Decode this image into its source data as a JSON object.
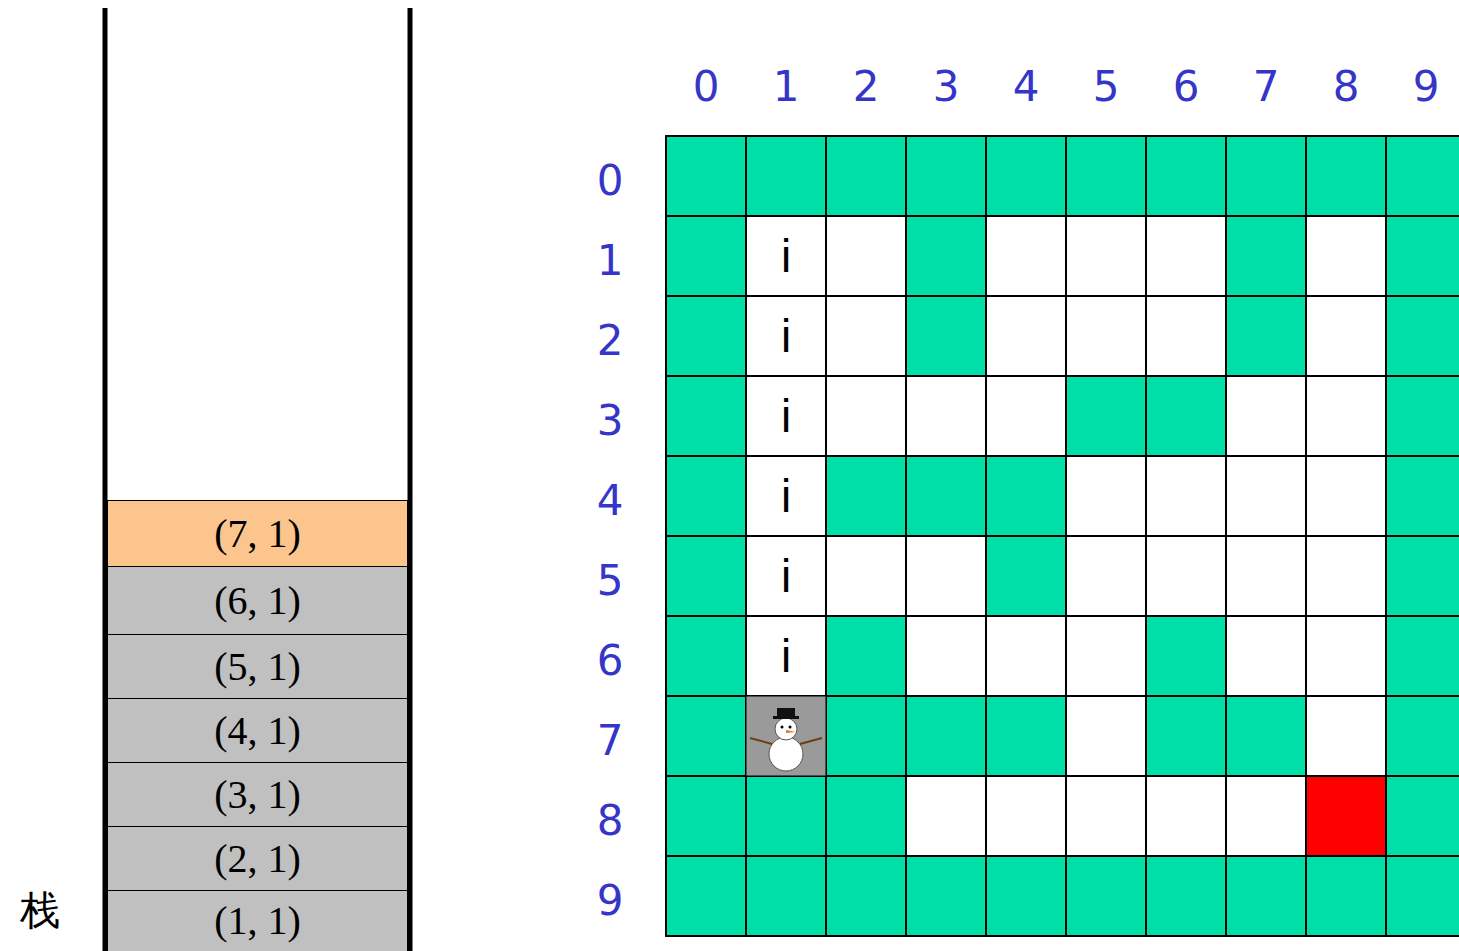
{
  "diagram": {
    "nodes": [
      {
        "text": [
          "(7, 1)"
        ]
      },
      {
        "text": [
          "(6, 1)"
        ]
      },
      {
        "text": [
          "(5, 1)"
        ]
      },
      {
        "text": [
          "(4, 1)"
        ]
      },
      {
        "text": [
          "(3, 1)"
        ]
      },
      {
        "text": [
          "(2, 1)"
        ]
      },
      {
        "text": [
          "(1, 1)"
        ]
      }
    ],
    "labels": [
      "0",
      "1",
      "2",
      "3",
      "4",
      "5",
      "6",
      "7",
      "8",
      "9",
      "0",
      "1",
      "2",
      "3",
      "4",
      "5",
      "6",
      "7",
      "8",
      "9",
      "i",
      "i",
      "i",
      "i",
      "i",
      "i",
      "栈"
    ]
  }
}
